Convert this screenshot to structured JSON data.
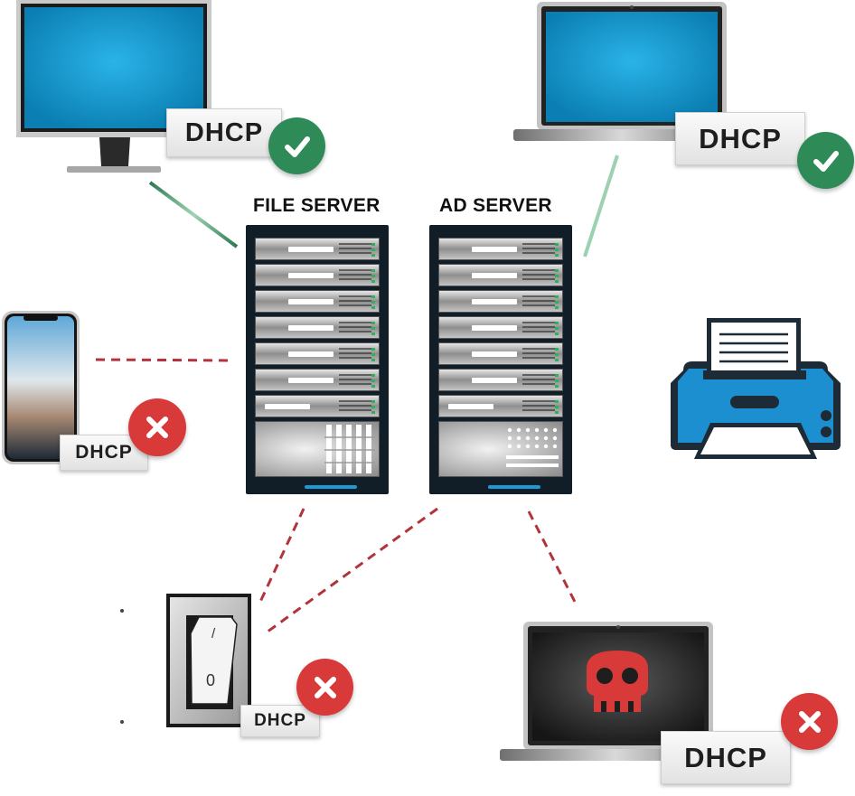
{
  "servers": {
    "file": {
      "title": "FILE SERVER"
    },
    "ad": {
      "title": "AD SERVER"
    }
  },
  "devices": {
    "desktop": {
      "tag": "DHCP",
      "status": "ok"
    },
    "laptop": {
      "tag": "DHCP",
      "status": "ok"
    },
    "phone": {
      "tag": "DHCP",
      "status": "error"
    },
    "switch": {
      "tag": "DHCP",
      "status": "error",
      "toggle_top": "/",
      "toggle_bottom": "0"
    },
    "infected_laptop": {
      "tag": "DHCP",
      "status": "error"
    },
    "printer": {}
  },
  "colors": {
    "ok_green": "#2e8b57",
    "error_red": "#d83a3a",
    "screen_blue": "#1aa0d8",
    "connected_line": "#3f9a6a",
    "broken_line": "#b3333a"
  },
  "icons": [
    "check-icon",
    "x-icon",
    "skull-icon"
  ]
}
